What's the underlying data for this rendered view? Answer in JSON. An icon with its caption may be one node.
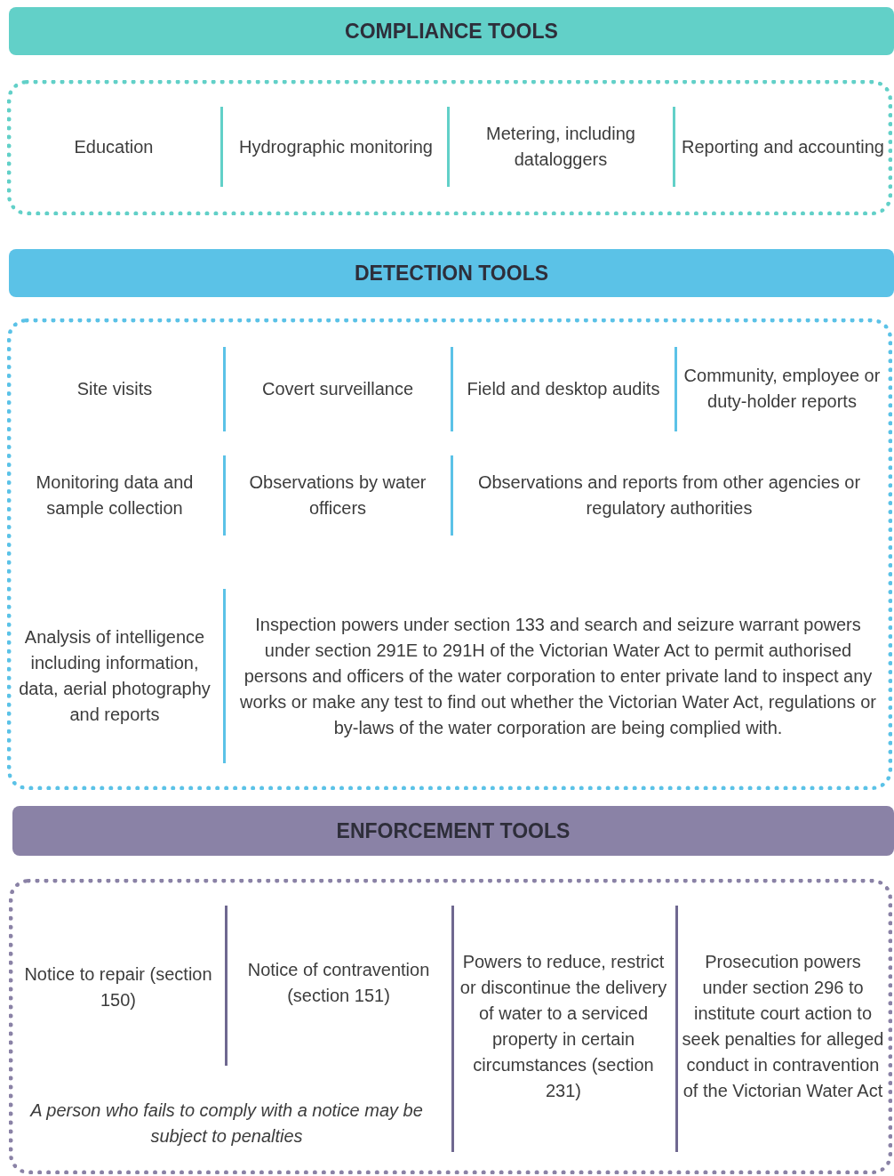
{
  "diagram": {
    "nodes": [
      {
        "text": [
          "COMPLIANCE TOOLS"
        ]
      },
      {
        "text": [],
        "shape": "box"
      },
      {
        "text": [
          "Education"
        ],
        "in": 1
      },
      {
        "text": [
          "Hydrographic monitoring"
        ],
        "in": 1
      },
      {
        "text": [
          "Metering, including dataloggers"
        ],
        "in": 1
      },
      {
        "text": [
          "Reporting and accounting"
        ],
        "in": 1
      },
      {
        "text": [
          "DETECTION TOOLS"
        ]
      },
      {
        "text": [],
        "shape": "box"
      },
      {
        "text": [
          "Site visits"
        ],
        "in": 7
      },
      {
        "text": [
          "Covert surveillance"
        ],
        "in": 7
      },
      {
        "text": [
          "Field and desktop audits"
        ],
        "in": 7
      },
      {
        "text": [
          "Community, employee or duty-holder reports"
        ],
        "in": 7
      },
      {
        "text": [
          "Monitoring data and sample collection"
        ],
        "in": 7
      },
      {
        "text": [
          "Observations by water officers"
        ],
        "in": 7
      },
      {
        "text": [
          "Observations and reports from other agencies or regulatory authorities"
        ],
        "in": 7
      },
      {
        "text": [
          "Analysis of intelligence including information, data, aerial photography and reports"
        ],
        "in": 7
      },
      {
        "text": [
          "Inspection powers under section 133 and search and seizure warrant powers under section 291E to 291H of the Victorian Water Act to permit authorised persons and officers of the water corporation to enter private land to inspect any works or make any test to find out whether the Victorian Water Act, regulations or by-laws of the water corporation are being complied with."
        ],
        "in": 7
      },
      {
        "text": [
          "ENFORCEMENT TOOLS"
        ]
      },
      {
        "text": [],
        "shape": "box"
      },
      {
        "text": [
          "Notice to repair (section 150)"
        ],
        "in": 18
      },
      {
        "text": [
          "Notice of contravention (section 151)"
        ],
        "in": 18
      },
      {
        "text": [
          "Powers to reduce, restrict or discontinue the delivery of water to a serviced property in certain circumstances (section 231)"
        ],
        "in": 18
      },
      {
        "text": [
          "Prosecution powers under section 296 to institute court action to seek penalties for alleged conduct in contravention of the Victorian Water Act"
        ],
        "in": 18
      },
      {
        "text": [
          "A person who fails to comply with a notice may be subject to penalties"
        ],
        "in": 18
      }
    ]
  }
}
